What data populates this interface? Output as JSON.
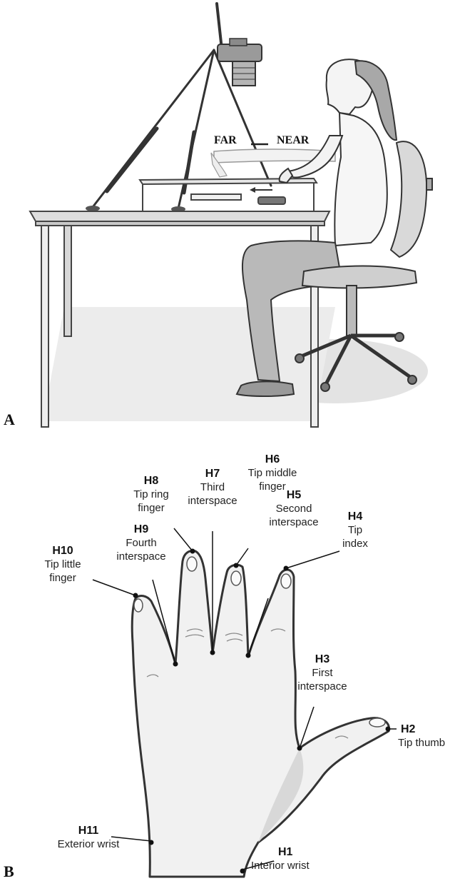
{
  "panels": {
    "a": "A",
    "b": "B"
  },
  "setup": {
    "far_label": "FAR",
    "near_label": "NEAR"
  },
  "landmarks": [
    {
      "code": "H1",
      "desc": "Interior wrist"
    },
    {
      "code": "H2",
      "desc": "Tip thumb"
    },
    {
      "code": "H3",
      "desc": "First\ninterspace"
    },
    {
      "code": "H4",
      "desc": "Tip\nindex"
    },
    {
      "code": "H5",
      "desc": "Second\ninterspace"
    },
    {
      "code": "H6",
      "desc": "Tip middle\nfinger"
    },
    {
      "code": "H7",
      "desc": "Third\ninterspace"
    },
    {
      "code": "H8",
      "desc": "Tip ring\nfinger"
    },
    {
      "code": "H9",
      "desc": "Fourth\ninterspace"
    },
    {
      "code": "H10",
      "desc": "Tip little\nfinger"
    },
    {
      "code": "H11",
      "desc": "Exterior wrist"
    }
  ],
  "colors": {
    "line": "#333333",
    "skin": "#f1f1f1",
    "shadow": "#cfcfcf"
  }
}
